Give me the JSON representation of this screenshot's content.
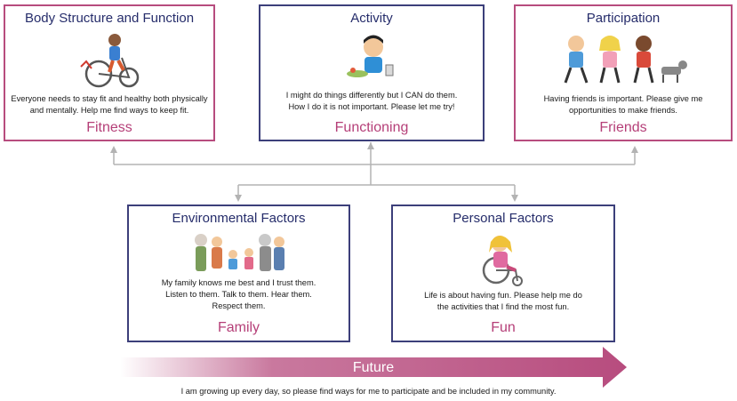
{
  "cards": {
    "body_structure": {
      "title": "Body Structure and Function",
      "text_lines": [
        "Everyone needs to stay fit and healthy both physically",
        "and mentally. Help me find ways to keep fit."
      ],
      "keyword": "Fitness",
      "illustration": "child-on-tricycle-icon"
    },
    "activity": {
      "title": "Activity",
      "text_lines": [
        "I might do things differently but I CAN do them.",
        "How I do it is not important. Please let me try!"
      ],
      "keyword": "Functioning",
      "illustration": "child-eating-icon"
    },
    "participation": {
      "title": "Participation",
      "text_lines": [
        "Having friends is important. Please give me",
        "opportunities to make friends."
      ],
      "keyword": "Friends",
      "illustration": "children-playing-with-dog-icon"
    },
    "environmental": {
      "title": "Environmental Factors",
      "text_lines": [
        "My family knows me best and I trust them.",
        "Listen to them. Talk to them. Hear them.",
        "Respect them."
      ],
      "keyword": "Family",
      "illustration": "family-group-icon"
    },
    "personal": {
      "title": "Personal Factors",
      "text_lines": [
        "Life is about having fun. Please help me do",
        "the activities that I find the most fun."
      ],
      "keyword": "Fun",
      "illustration": "girl-in-wheelchair-icon"
    }
  },
  "future": {
    "label": "Future",
    "caption": "I am growing up every day, so please find ways for me to participate and be included in my community."
  },
  "colors": {
    "navy": "#3c3f7a",
    "rose": "#b74c7e",
    "connector": "#b3b3b3"
  }
}
